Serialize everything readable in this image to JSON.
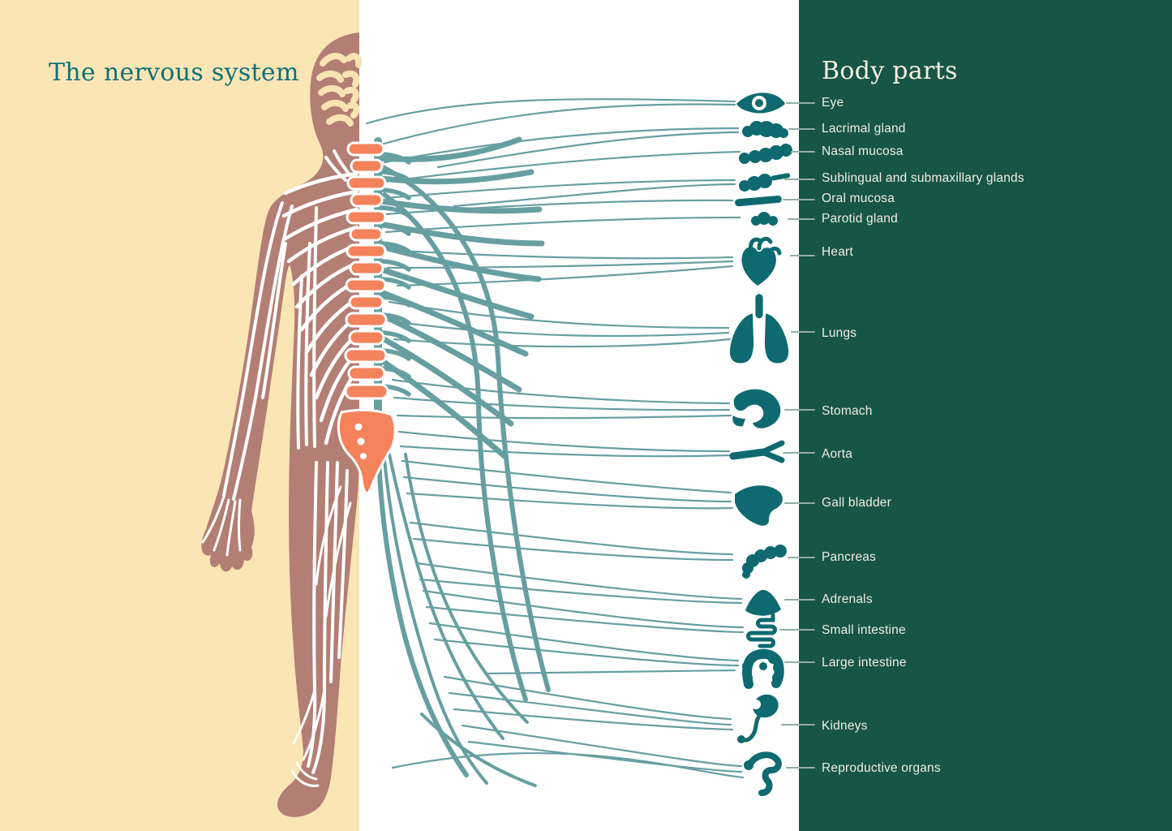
{
  "title": "The nervous system",
  "body_parts": {
    "heading": "Body parts",
    "items": [
      {
        "label": "Eye",
        "icon": "eye-icon"
      },
      {
        "label": "Lacrimal gland",
        "icon": "lacrimal-gland-icon"
      },
      {
        "label": "Nasal mucosa",
        "icon": "nasal-mucosa-icon"
      },
      {
        "label": "Sublingual and submaxillary glands",
        "icon": "sublingual-glands-icon"
      },
      {
        "label": "Oral mucosa",
        "icon": "oral-mucosa-icon"
      },
      {
        "label": "Parotid gland",
        "icon": "parotid-gland-icon"
      },
      {
        "label": "Heart",
        "icon": "heart-icon"
      },
      {
        "label": "Lungs",
        "icon": "lungs-icon"
      },
      {
        "label": "Stomach",
        "icon": "stomach-icon"
      },
      {
        "label": "Aorta",
        "icon": "aorta-icon"
      },
      {
        "label": "Gall bladder",
        "icon": "gall-bladder-icon"
      },
      {
        "label": "Pancreas",
        "icon": "pancreas-icon"
      },
      {
        "label": "Adrenals",
        "icon": "adrenals-icon"
      },
      {
        "label": "Small intestine",
        "icon": "small-intestine-icon"
      },
      {
        "label": "Large intestine",
        "icon": "large-intestine-icon"
      },
      {
        "label": "Kidneys",
        "icon": "kidneys-icon"
      },
      {
        "label": "Reproductive organs",
        "icon": "reproductive-organs-icon"
      }
    ]
  },
  "colors": {
    "left_panel_bg": "#FAE5B4",
    "middle_panel_bg": "#FFFFFF",
    "right_panel_bg": "#175546",
    "body_silhouette": "#B37E74",
    "body_nerve_lines": "#FFFFFF",
    "spine_and_brain_accent": "#F4825B",
    "nerve_pathways": "#679FA1",
    "organ_icons": "#0E6A70",
    "title_text": "#0F7078",
    "label_text": "#EFEDE3"
  }
}
